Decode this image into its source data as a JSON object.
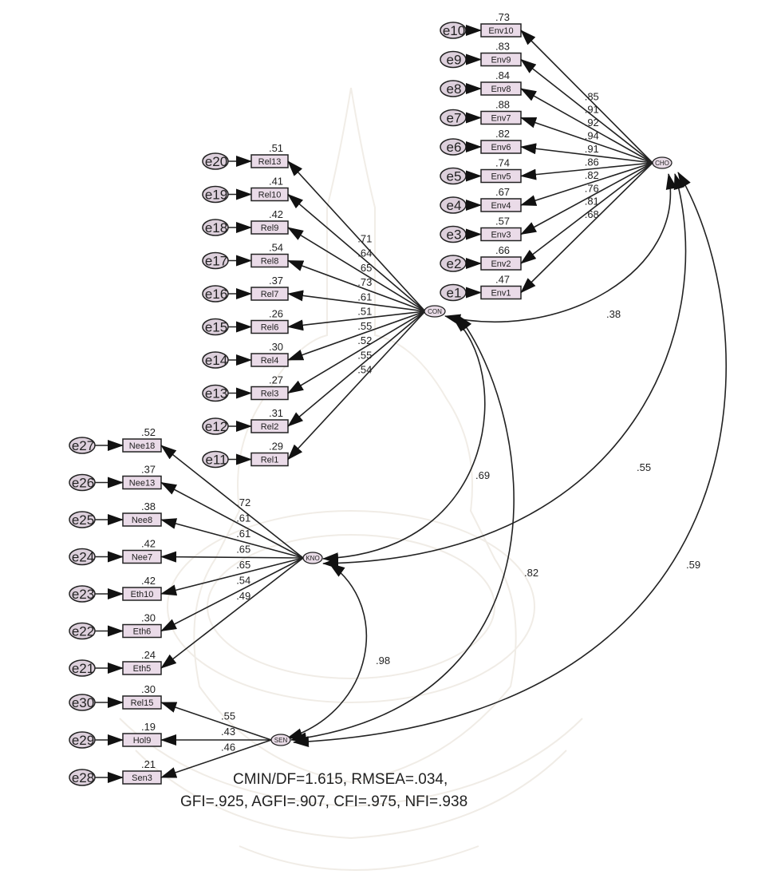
{
  "latents": {
    "cho": "CHO",
    "con": "CON",
    "kno": "KNO",
    "sen": "SEN"
  },
  "fit": {
    "line1": "CMIN/DF=1.615, RMSEA=.034,",
    "line2": "GFI=.925, AGFI=.907, CFI=.975, NFI=.938"
  },
  "env": {
    "errors": [
      "e10",
      "e9",
      "e8",
      "e7",
      "e6",
      "e5",
      "e4",
      "e3",
      "e2",
      "e1"
    ],
    "items": [
      "Env10",
      "Env9",
      "Env8",
      "Env7",
      "Env6",
      "Env5",
      "Env4",
      "Env3",
      "Env2",
      "Env1"
    ],
    "r2": [
      ".73",
      ".83",
      ".84",
      ".88",
      ".82",
      ".74",
      ".67",
      ".57",
      ".66",
      ".47"
    ],
    "loadings": [
      ".85",
      ".91",
      ".92",
      ".94",
      ".91",
      ".86",
      ".82",
      ".76",
      ".81",
      ".68"
    ]
  },
  "rel": {
    "errors": [
      "e20",
      "e19",
      "e18",
      "e17",
      "e16",
      "e15",
      "e14",
      "e13",
      "e12",
      "e11"
    ],
    "items": [
      "Rel13",
      "Rel10",
      "Rel9",
      "Rel8",
      "Rel7",
      "Rel6",
      "Rel4",
      "Rel3",
      "Rel2",
      "Rel1"
    ],
    "r2": [
      ".51",
      ".41",
      ".42",
      ".54",
      ".37",
      ".26",
      ".30",
      ".27",
      ".31",
      ".29"
    ],
    "loadings": [
      ".71",
      ".64",
      ".65",
      ".73",
      ".61",
      ".51",
      ".55",
      ".52",
      ".55",
      ".54"
    ]
  },
  "kno": {
    "errors": [
      "e27",
      "e26",
      "e25",
      "e24",
      "e23",
      "e22",
      "e21"
    ],
    "items": [
      "Nee18",
      "Nee13",
      "Nee8",
      "Nee7",
      "Eth10",
      "Eth6",
      "Eth5"
    ],
    "r2": [
      ".52",
      ".37",
      ".38",
      ".42",
      ".42",
      ".30",
      ".24"
    ],
    "loadings": [
      ".72",
      ".61",
      ".61",
      ".65",
      ".65",
      ".54",
      ".49"
    ]
  },
  "sen": {
    "errors": [
      "e30",
      "e29",
      "e28"
    ],
    "items": [
      "Rel15",
      "Hol9",
      "Sen3"
    ],
    "r2": [
      ".30",
      ".19",
      ".21"
    ],
    "loadings": [
      ".55",
      ".43",
      ".46"
    ]
  },
  "correlations": {
    "cho_con": ".38",
    "con_kno": ".69",
    "cho_kno": ".55",
    "con_sen": ".82",
    "cho_sen": ".59",
    "kno_sen": ".98"
  }
}
